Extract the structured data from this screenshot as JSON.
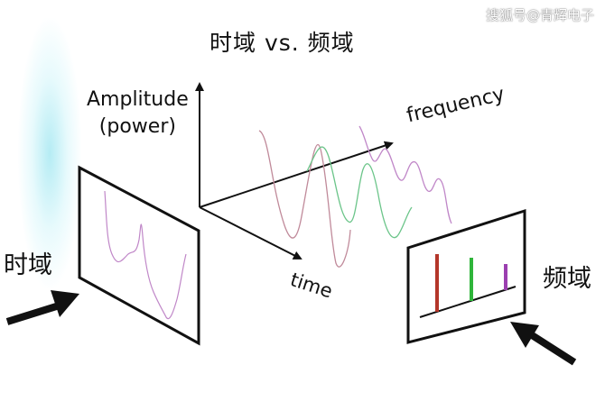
{
  "title": "时域 vs. 频域",
  "watermark": "搜狐号@青辉电子",
  "axes": {
    "amplitude_line1": "Amplitude",
    "amplitude_line2": "(power)",
    "frequency": "frequency",
    "time": "time"
  },
  "time_domain_label": "时域",
  "frequency_domain_label": "频域",
  "colors": {
    "wave_red": "#c08a9a",
    "wave_green": "#6cc58a",
    "wave_purple": "#c087c8",
    "bar_red": "#b4362a",
    "bar_green": "#2fb53a",
    "bar_purple": "#9b3fb0",
    "glow": "#7fdfee"
  }
}
